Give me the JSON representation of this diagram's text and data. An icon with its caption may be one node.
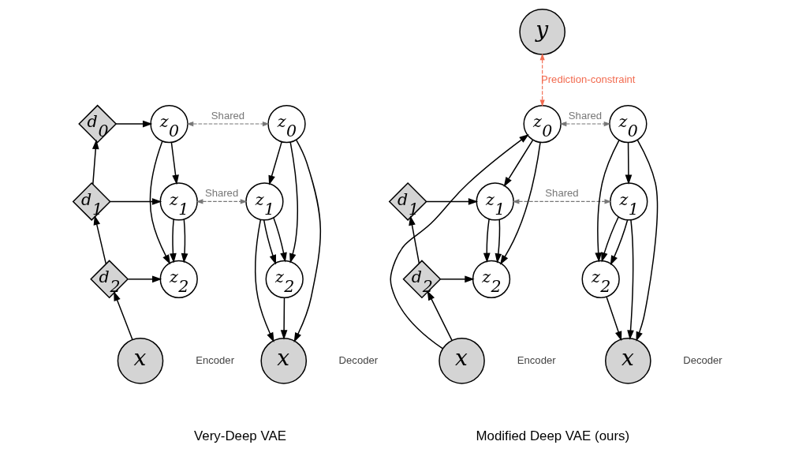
{
  "diagram": {
    "nodes": [
      {
        "text": [
          "d$_{0}$"
        ]
      },
      {
        "text": [
          "z$_{0}$"
        ]
      },
      {
        "text": [
          "d$_{1}$"
        ]
      },
      {
        "text": [
          "z$_{1}$"
        ]
      },
      {
        "text": [
          "d$_{2}$"
        ]
      },
      {
        "text": [
          "z$_{2}$"
        ]
      },
      {
        "text": [
          "x"
        ],
        "beside": [
          "Encoder"
        ]
      },
      {
        "text": [
          "z$_{0}$"
        ]
      },
      {
        "text": [
          "z$_{1}$"
        ]
      },
      {
        "text": [
          "z$_{2}$"
        ]
      },
      {
        "text": [
          "x"
        ],
        "beside": [
          "Decoder"
        ]
      },
      {
        "text": [
          "y"
        ]
      },
      {
        "text": [
          "z$_{0}$"
        ]
      },
      {
        "text": [
          "d$_{1}$"
        ]
      },
      {
        "text": [
          "z$_{1}$"
        ]
      },
      {
        "text": [
          "d$_{2}$"
        ]
      },
      {
        "text": [
          "z$_{2}$"
        ]
      },
      {
        "text": [
          "x"
        ],
        "beside": [
          "Encoder"
        ]
      },
      {
        "text": [
          "z$_{0}$"
        ]
      },
      {
        "text": [
          "z$_{1}$"
        ]
      },
      {
        "text": [
          "z$_{2}$"
        ]
      },
      {
        "text": [
          "x"
        ],
        "beside": [
          "Decoder"
        ]
      }
    ],
    "edges": [
      {
        "from": 6,
        "to": 4,
        "arrow": "to"
      },
      {
        "from": 4,
        "to": 2,
        "arrow": "to"
      },
      {
        "from": 2,
        "to": 0,
        "arrow": "to"
      },
      {
        "from": 0,
        "to": 1,
        "arrow": "to"
      },
      {
        "from": 2,
        "to": 3,
        "arrow": "to"
      },
      {
        "from": 4,
        "to": 5,
        "arrow": "to"
      },
      {
        "from": 1,
        "to": 3,
        "arrow": "to"
      },
      {
        "from": 3,
        "to": 5,
        "arrow": "to"
      },
      {
        "from": 1,
        "to": 5,
        "arrow": "to"
      },
      {
        "from": 3,
        "to": 5,
        "arrow": "to"
      },
      {
        "from": 1,
        "to": 7,
        "arrow": "both",
        "label": "Shared",
        "style": "dashed",
        "color": "#777777"
      },
      {
        "from": 3,
        "to": 8,
        "arrow": "both",
        "label": "Shared",
        "style": "dashed",
        "color": "#777777"
      },
      {
        "from": 7,
        "to": 8,
        "arrow": "to"
      },
      {
        "from": 8,
        "to": 9,
        "arrow": "to"
      },
      {
        "from": 9,
        "to": 10,
        "arrow": "to"
      },
      {
        "from": 7,
        "to": 9,
        "arrow": "to"
      },
      {
        "from": 7,
        "to": 10,
        "arrow": "to"
      },
      {
        "from": 8,
        "to": 9,
        "arrow": "to"
      },
      {
        "from": 8,
        "to": 10,
        "arrow": "to"
      },
      {
        "from": 12,
        "to": 11,
        "arrow": "both",
        "label": "Prediction-constraint",
        "style": "dashed",
        "color": "#f26b50"
      },
      {
        "from": 17,
        "to": 15,
        "arrow": "to"
      },
      {
        "from": 15,
        "to": 13,
        "arrow": "to"
      },
      {
        "from": 17,
        "to": 12,
        "arrow": "to"
      },
      {
        "from": 13,
        "to": 14,
        "arrow": "to"
      },
      {
        "from": 15,
        "to": 16,
        "arrow": "to"
      },
      {
        "from": 12,
        "to": 14,
        "arrow": "to"
      },
      {
        "from": 14,
        "to": 16,
        "arrow": "to"
      },
      {
        "from": 12,
        "to": 16,
        "arrow": "to"
      },
      {
        "from": 14,
        "to": 16,
        "arrow": "to"
      },
      {
        "from": 12,
        "to": 18,
        "arrow": "both",
        "label": "Shared",
        "style": "dashed",
        "color": "#777777"
      },
      {
        "from": 14,
        "to": 19,
        "arrow": "both",
        "label": "Shared",
        "style": "dashed",
        "color": "#777777"
      },
      {
        "from": 18,
        "to": 19,
        "arrow": "to"
      },
      {
        "from": 19,
        "to": 20,
        "arrow": "to"
      },
      {
        "from": 20,
        "to": 21,
        "arrow": "to"
      },
      {
        "from": 18,
        "to": 20,
        "arrow": "to"
      },
      {
        "from": 18,
        "to": 21,
        "arrow": "to"
      },
      {
        "from": 19,
        "to": 20,
        "arrow": "to"
      },
      {
        "from": 19,
        "to": 21,
        "arrow": "to"
      }
    ],
    "labels": [
      "Very-Deep VAE",
      "Modified Deep VAE (ours)"
    ]
  }
}
